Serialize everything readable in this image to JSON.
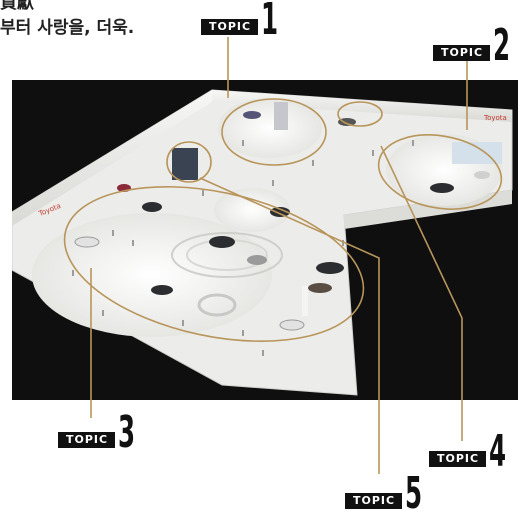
{
  "headline": {
    "line1": "貢獻",
    "line2": "부터 사랑을, 더욱."
  },
  "booth_sign": "Toyota",
  "topics": [
    {
      "label": "TOPIC",
      "number": "1"
    },
    {
      "label": "TOPIC",
      "number": "2"
    },
    {
      "label": "TOPIC",
      "number": "3"
    },
    {
      "label": "TOPIC",
      "number": "4"
    },
    {
      "label": "TOPIC",
      "number": "5"
    }
  ],
  "colors": {
    "accent_gold": "#b8955a",
    "tag_black": "#111111",
    "background_dark": "#0f0f10",
    "floor": "#ececea"
  }
}
